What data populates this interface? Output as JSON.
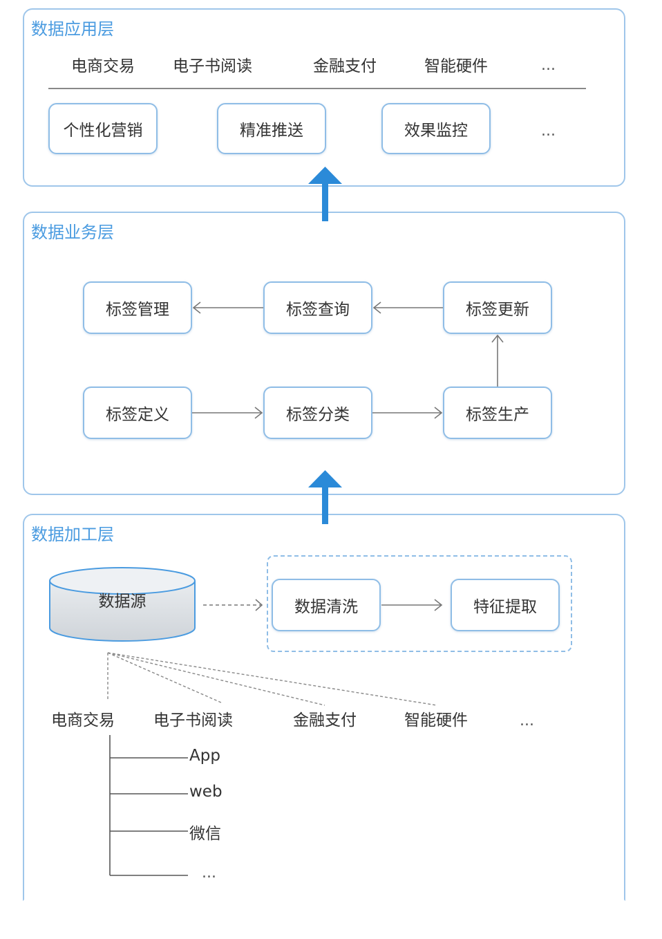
{
  "application_layer": {
    "title": "数据应用层",
    "categories": [
      "电商交易",
      "电子书阅读",
      "金融支付",
      "智能硬件",
      "..."
    ],
    "apps": [
      "个性化营销",
      "精准推送",
      "效果监控"
    ],
    "apps_more": "..."
  },
  "business_layer": {
    "title": "数据业务层",
    "tags": {
      "manage": "标签管理",
      "query": "标签查询",
      "update": "标签更新",
      "define": "标签定义",
      "classify": "标签分类",
      "produce": "标签生产"
    }
  },
  "processing_layer": {
    "title": "数据加工层",
    "data_source": "数据源",
    "cleaning": "数据清洗",
    "feature_extraction": "特征提取",
    "sources": [
      "电商交易",
      "电子书阅读",
      "金融支付",
      "智能硬件",
      "..."
    ],
    "channels": [
      "App",
      "web",
      "微信",
      "..."
    ]
  },
  "colors": {
    "layer_border": "#9fc6ea",
    "layer_title": "#4a9be0",
    "box_border": "#8fbde6",
    "big_arrow": "#2b8ad8",
    "connector": "#777777"
  }
}
